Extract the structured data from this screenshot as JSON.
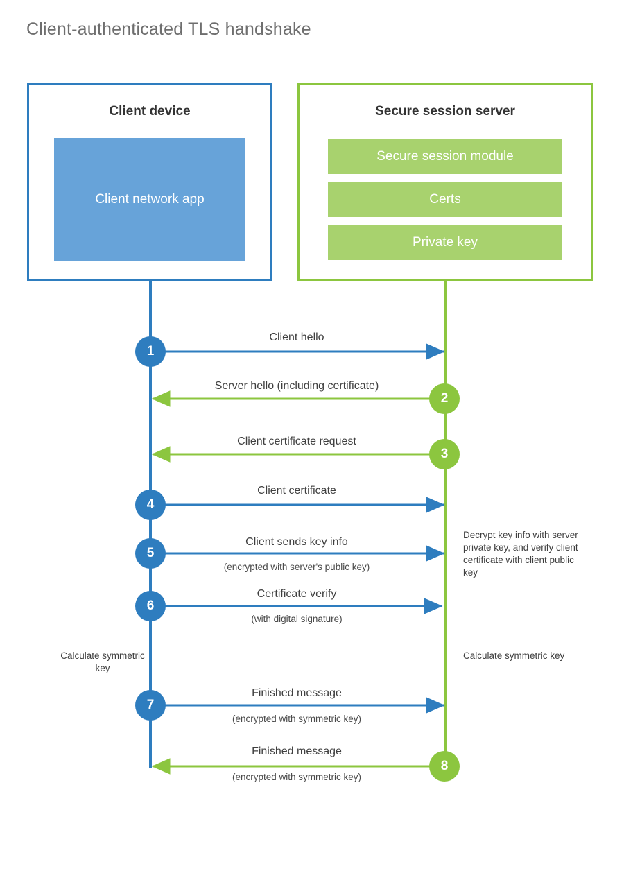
{
  "page": {
    "title": "Client-authenticated TLS handshake"
  },
  "colors": {
    "client_accent": "#2e7dbf",
    "client_app_fill": "#67a3d9",
    "server_accent": "#8cc63f",
    "server_bar_fill": "#a8d26e",
    "text": "#3f3f3f",
    "title_text": "#6e6e6e",
    "background": "#ffffff"
  },
  "client": {
    "title": "Client device",
    "app_label": "Client network app"
  },
  "server": {
    "title": "Secure session server",
    "modules": [
      {
        "label": "Secure session module"
      },
      {
        "label": "Certs"
      },
      {
        "label": "Private key"
      }
    ]
  },
  "steps": [
    {
      "number": "1",
      "label": "Client hello",
      "sublabel": "",
      "direction": "client-to-server",
      "origin": "client"
    },
    {
      "number": "2",
      "label": "Server hello (including certificate)",
      "sublabel": "",
      "direction": "server-to-client",
      "origin": "server"
    },
    {
      "number": "3",
      "label": "Client certificate request",
      "sublabel": "",
      "direction": "server-to-client",
      "origin": "server"
    },
    {
      "number": "4",
      "label": "Client certificate",
      "sublabel": "",
      "direction": "client-to-server",
      "origin": "client"
    },
    {
      "number": "5",
      "label": "Client sends key info",
      "sublabel": "(encrypted with server's public key)",
      "direction": "client-to-server",
      "origin": "client"
    },
    {
      "number": "6",
      "label": "Certificate verify",
      "sublabel": "(with digital signature)",
      "direction": "client-to-server",
      "origin": "client"
    },
    {
      "number": "7",
      "label": "Finished message",
      "sublabel": "(encrypted with symmetric key)",
      "direction": "client-to-server",
      "origin": "client"
    },
    {
      "number": "8",
      "label": "Finished message",
      "sublabel": "(encrypted with symmetric key)",
      "direction": "server-to-client",
      "origin": "server"
    }
  ],
  "annotations": {
    "server_decrypt": "Decrypt key info with server private key, and verify client certificate with client public key",
    "client_calculate": "Calculate symmetric key",
    "server_calculate": "Calculate symmetric key"
  }
}
